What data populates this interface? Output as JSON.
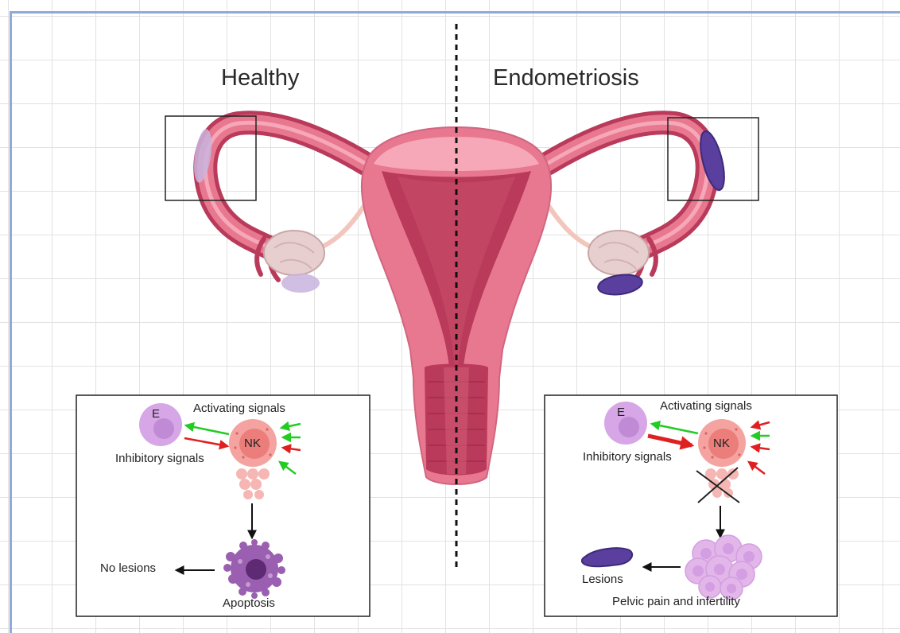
{
  "sides": {
    "left_title": "Healthy",
    "right_title": "Endometriosis"
  },
  "left_panel": {
    "activating": "Activating signals",
    "inhibitory": "Inhibitory signals",
    "e_cell": "E",
    "nk_cell": "NK",
    "outcome": "No lesions",
    "apoptosis": "Apoptosis"
  },
  "right_panel": {
    "activating": "Activating signals",
    "inhibitory": "Inhibitory signals",
    "e_cell": "E",
    "nk_cell": "NK",
    "outcome": "Lesions",
    "consequence": "Pelvic pain and infertility"
  },
  "colors": {
    "uterus_outer": "#e8788f",
    "uterus_dark": "#b93a5a",
    "uterus_light": "#f6a8b8",
    "ovary": "#e8cfcf",
    "lesion_healthy": "#c9b4de",
    "lesion_endo": "#5a3f9e",
    "activating_arrow": "#22cc22",
    "inhibitory_arrow": "#e02020",
    "e_cell": "#d6a6e6",
    "nk_cell": "#f4a3a0",
    "apoptosis": "#9a5fb0",
    "grid": "#e2e2e2",
    "frame": "#8fa9dc"
  }
}
